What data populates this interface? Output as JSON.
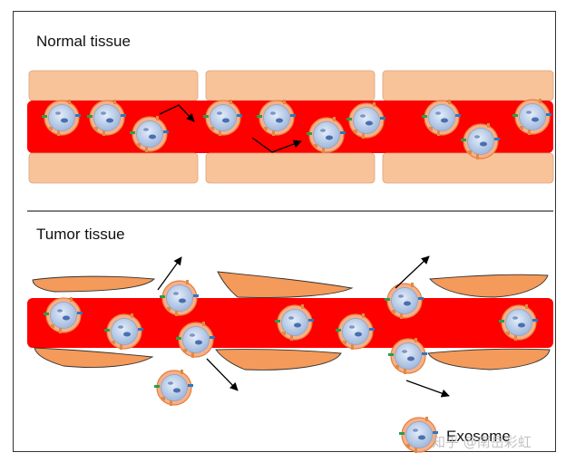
{
  "normal_panel": {
    "title": "Normal tissue"
  },
  "tumor_panel": {
    "title": "Tumor tissue"
  },
  "legend": {
    "label": "Exosome"
  },
  "watermark": {
    "text": "知乎 @南岳彩虹"
  },
  "colors": {
    "vessel": "#ff0000",
    "endothelial_normal": "#f9c39a",
    "endothelial_tumor": "#f49a5a",
    "exosome_membrane": "#f3a47a",
    "exosome_core": "#c6d7ef",
    "divider": "#555555",
    "arrow": "#000000"
  }
}
